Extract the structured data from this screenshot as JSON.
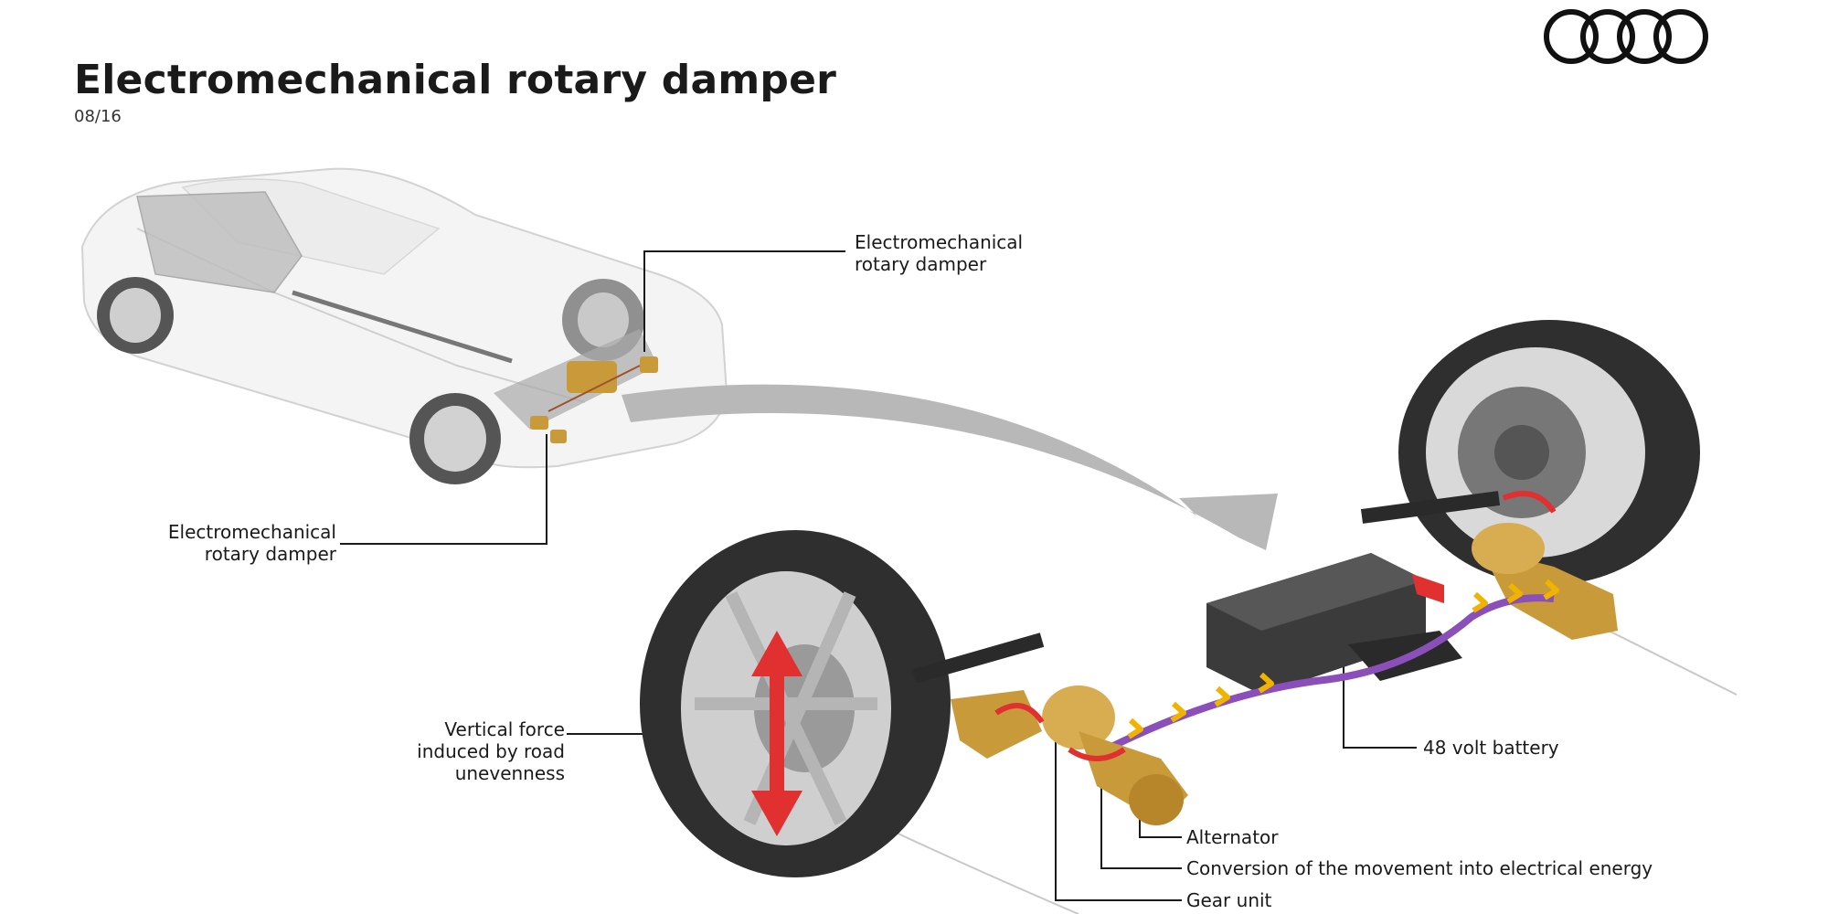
{
  "header": {
    "title": "Electromechanical rotary damper",
    "date": "08/16",
    "logo": "four-rings-logo"
  },
  "callouts": {
    "top_damper": [
      "Electromechanical",
      "rotary damper"
    ],
    "bottom_damper": [
      "Electromechanical",
      "rotary damper"
    ],
    "vertical_force": [
      "Vertical force",
      "induced by road",
      "unevenness"
    ],
    "battery": "48 volt battery",
    "alternator": "Alternator",
    "conversion": "Conversion of the movement into electrical energy",
    "gear_unit": "Gear unit"
  },
  "colors": {
    "damper_gold": "#c99a3a",
    "force_arrow": "#e03030",
    "battery_body": "#3b3b3b",
    "cable_purple": "#8a4fb8",
    "energy_chevron": "#f0b400",
    "big_arrow": "#b8b8b8"
  }
}
